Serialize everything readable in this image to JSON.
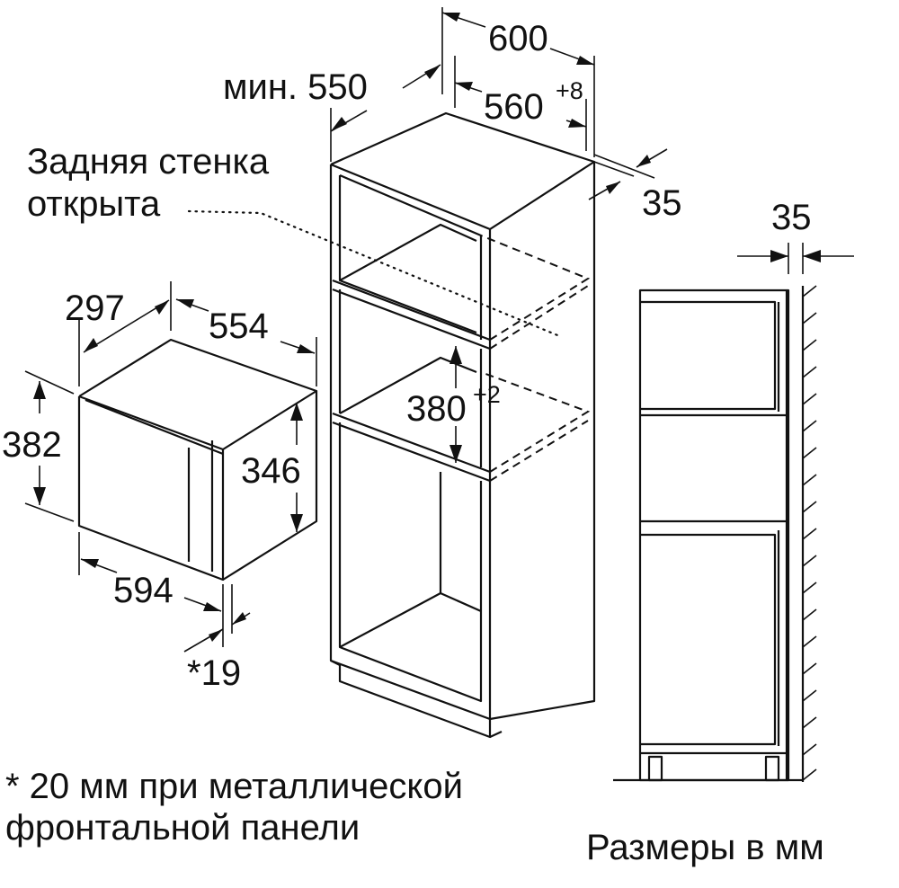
{
  "dimensions": {
    "width_600": "600",
    "min_550": "мин. 550",
    "inner_560": "560",
    "inner_560_tol": "+8",
    "gap_35_right": "35",
    "gap_35_side": "35",
    "depth_297": "297",
    "width_554": "554",
    "height_382": "382",
    "height_346": "346",
    "width_594": "594",
    "panel_19": "*19",
    "niche_380": "380",
    "niche_380_tol": "+2"
  },
  "labels": {
    "back_wall_line1": "Задняя стенка",
    "back_wall_line2": "открыта"
  },
  "notes": {
    "footnote_line1": "* 20 мм при металлической",
    "footnote_line2": "фронтальной панели",
    "units": "Размеры в мм"
  }
}
